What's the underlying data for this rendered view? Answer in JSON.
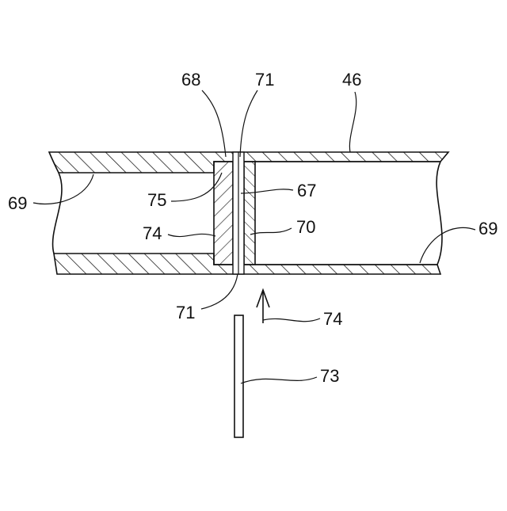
{
  "labels": {
    "l68": "68",
    "l71_top": "71",
    "l46": "46",
    "l69_left": "69",
    "l75": "75",
    "l67": "67",
    "l74_left": "74",
    "l70": "70",
    "l69_right": "69",
    "l71_bottom": "71",
    "l74_arrow": "74",
    "l73": "73"
  }
}
